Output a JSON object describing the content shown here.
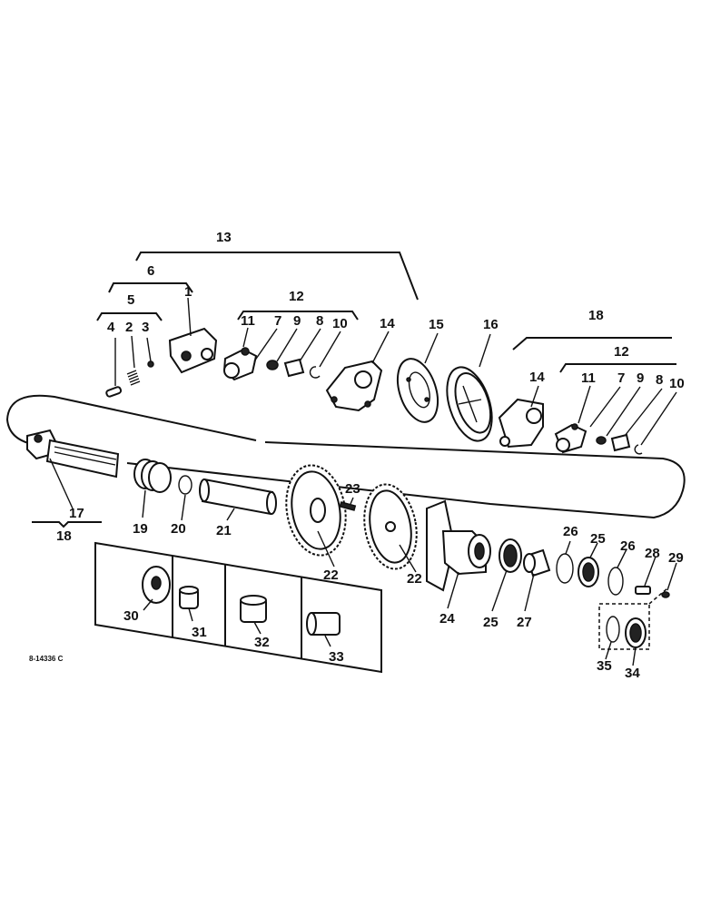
{
  "drawing_number": "8-14336 C",
  "callouts": {
    "c1": "1",
    "c2": "2",
    "c3": "3",
    "c4": "4",
    "c5": "5",
    "c6": "6",
    "c7": "7",
    "c8": "8",
    "c9": "9",
    "c10": "10",
    "c11": "11",
    "c12": "12",
    "c13": "13",
    "c14": "14",
    "c15": "15",
    "c16": "16",
    "c17": "17",
    "c18": "18",
    "c19": "19",
    "c20": "20",
    "c21": "21",
    "c22": "22",
    "c23": "23",
    "c24": "24",
    "c25": "25",
    "c26": "26",
    "c27": "27",
    "c28": "28",
    "c29": "29",
    "c30": "30",
    "c31": "31",
    "c32": "32",
    "c33": "33",
    "c34": "34",
    "c35": "35"
  }
}
